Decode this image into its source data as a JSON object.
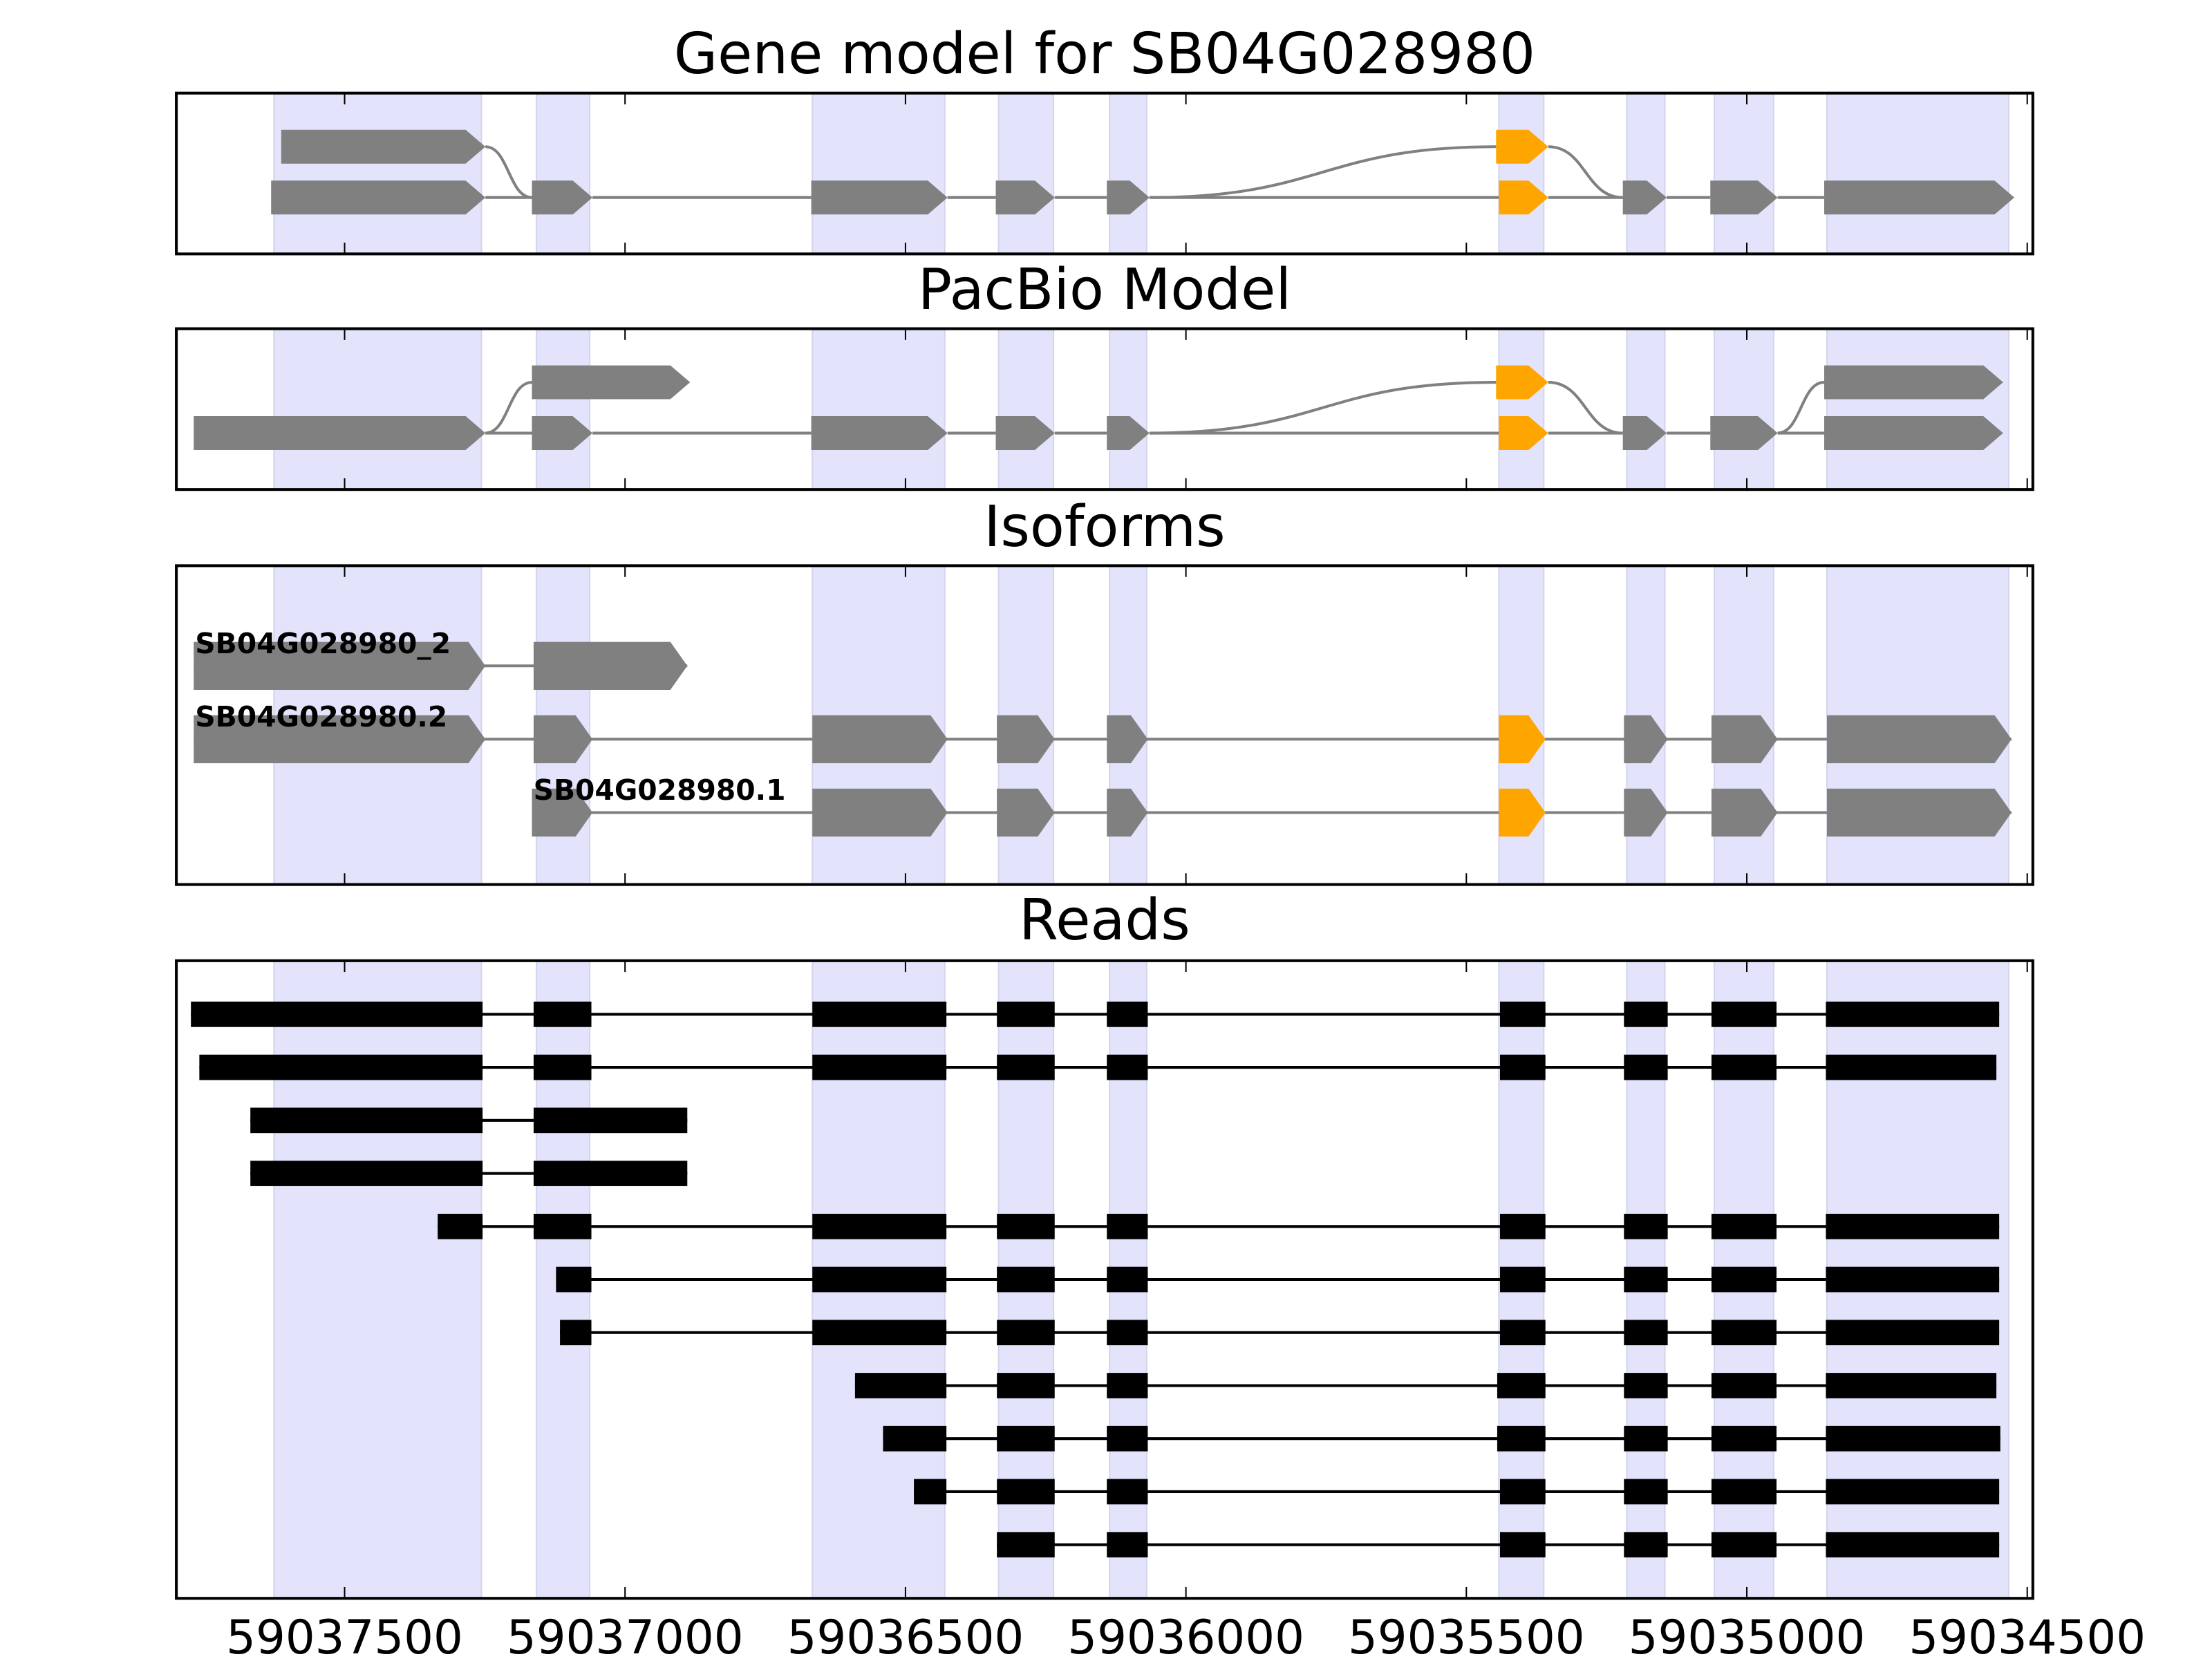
{
  "chart_data": {
    "type": "gene-structure",
    "xlim": [
      59037800,
      59034490
    ],
    "x_ticks": [
      59037500,
      59037000,
      59036500,
      59036000,
      59035500,
      59035000,
      59034500
    ],
    "x_tick_labels": [
      "59037500",
      "59037000",
      "59036500",
      "59036000",
      "59035500",
      "59035000",
      "59034500"
    ],
    "colors": {
      "exon": "#808080",
      "highlight": "#FFA500",
      "shade": "#E3E3FB",
      "read": "#000000",
      "edge": "#808080"
    },
    "shaded_regions": [
      [
        59037626,
        59037256
      ],
      [
        59037158,
        59037063
      ],
      [
        59036666,
        59036430
      ],
      [
        59036334,
        59036236
      ],
      [
        59036136,
        59036070
      ],
      [
        59035442,
        59035362
      ],
      [
        59035214,
        59035146
      ],
      [
        59035058,
        59034952
      ],
      [
        59034857,
        59034533
      ]
    ],
    "panels": [
      {
        "title": "Gene model for SB04G028980",
        "kind": "graph",
        "nodes": [
          {
            "start": 59037613,
            "end": 59037249,
            "lane": "upper",
            "highlight": false
          },
          {
            "start": 59037631,
            "end": 59037249,
            "lane": "lower",
            "highlight": false
          },
          {
            "start": 59037166,
            "end": 59037058,
            "lane": "lower",
            "highlight": false
          },
          {
            "start": 59036668,
            "end": 59036425,
            "lane": "lower",
            "highlight": false
          },
          {
            "start": 59036339,
            "end": 59036234,
            "lane": "lower",
            "highlight": false
          },
          {
            "start": 59036141,
            "end": 59036065,
            "lane": "lower",
            "highlight": false
          },
          {
            "start": 59035447,
            "end": 59035354,
            "lane": "upper",
            "highlight": true
          },
          {
            "start": 59035442,
            "end": 59035354,
            "lane": "lower",
            "highlight": true
          },
          {
            "start": 59035221,
            "end": 59035143,
            "lane": "lower",
            "highlight": false
          },
          {
            "start": 59035065,
            "end": 59034945,
            "lane": "lower",
            "highlight": false
          },
          {
            "start": 59034862,
            "end": 59034523,
            "lane": "lower",
            "highlight": false
          }
        ],
        "edges": [
          [
            0,
            2
          ],
          [
            1,
            2
          ],
          [
            2,
            3
          ],
          [
            3,
            4
          ],
          [
            4,
            5
          ],
          [
            5,
            6
          ],
          [
            5,
            7
          ],
          [
            6,
            8
          ],
          [
            7,
            8
          ],
          [
            8,
            9
          ],
          [
            9,
            10
          ]
        ]
      },
      {
        "title": "PacBio Model",
        "kind": "graph",
        "nodes": [
          {
            "start": 59037769,
            "end": 59037249,
            "lane": "lower",
            "highlight": false
          },
          {
            "start": 59037166,
            "end": 59036884,
            "lane": "upper",
            "highlight": false
          },
          {
            "start": 59037166,
            "end": 59037058,
            "lane": "lower",
            "highlight": false
          },
          {
            "start": 59036668,
            "end": 59036425,
            "lane": "lower",
            "highlight": false
          },
          {
            "start": 59036339,
            "end": 59036234,
            "lane": "lower",
            "highlight": false
          },
          {
            "start": 59036141,
            "end": 59036065,
            "lane": "lower",
            "highlight": false
          },
          {
            "start": 59035447,
            "end": 59035354,
            "lane": "upper",
            "highlight": true
          },
          {
            "start": 59035442,
            "end": 59035354,
            "lane": "lower",
            "highlight": true
          },
          {
            "start": 59035221,
            "end": 59035143,
            "lane": "lower",
            "highlight": false
          },
          {
            "start": 59035065,
            "end": 59034945,
            "lane": "lower",
            "highlight": false
          },
          {
            "start": 59034862,
            "end": 59034543,
            "lane": "upper",
            "highlight": false
          },
          {
            "start": 59034862,
            "end": 59034543,
            "lane": "lower",
            "highlight": false
          }
        ],
        "edges": [
          [
            0,
            1
          ],
          [
            0,
            2
          ],
          [
            2,
            3
          ],
          [
            3,
            4
          ],
          [
            4,
            5
          ],
          [
            5,
            6
          ],
          [
            5,
            7
          ],
          [
            6,
            8
          ],
          [
            7,
            8
          ],
          [
            8,
            9
          ],
          [
            9,
            10
          ],
          [
            9,
            11
          ]
        ]
      },
      {
        "title": "Isoforms",
        "kind": "isoforms",
        "isoforms": [
          {
            "name": "SB04G028980_2",
            "exons": [
              [
                59037769,
                59037249,
                false
              ],
              [
                59037163,
                59036889,
                false
              ]
            ]
          },
          {
            "name": "SB04G028980.2",
            "exons": [
              [
                59037769,
                59037249,
                false
              ],
              [
                59037163,
                59037058,
                false
              ],
              [
                59036666,
                59036425,
                false
              ],
              [
                59036337,
                59036234,
                false
              ],
              [
                59036141,
                59036068,
                false
              ],
              [
                59035442,
                59035359,
                true
              ],
              [
                59035219,
                59035141,
                false
              ],
              [
                59035063,
                59034945,
                false
              ],
              [
                59034857,
                59034528,
                false
              ]
            ]
          },
          {
            "name": "SB04G028980.1",
            "exons": [
              [
                59037166,
                59037058,
                false
              ],
              [
                59036666,
                59036425,
                false
              ],
              [
                59036337,
                59036234,
                false
              ],
              [
                59036141,
                59036068,
                false
              ],
              [
                59035442,
                59035359,
                true
              ],
              [
                59035219,
                59035141,
                false
              ],
              [
                59035063,
                59034945,
                false
              ],
              [
                59034857,
                59034528,
                false
              ]
            ]
          }
        ]
      },
      {
        "title": "Reads",
        "kind": "reads",
        "reads": [
          [
            [
              59037774,
              59037254
            ],
            [
              59037163,
              59037060
            ],
            [
              59036666,
              59036427
            ],
            [
              59036337,
              59036234
            ],
            [
              59036141,
              59036068
            ],
            [
              59035440,
              59035359
            ],
            [
              59035219,
              59035141
            ],
            [
              59035063,
              59034947
            ],
            [
              59034859,
              59034550
            ]
          ],
          [
            [
              59037759,
              59037254
            ],
            [
              59037163,
              59037060
            ],
            [
              59036666,
              59036427
            ],
            [
              59036337,
              59036234
            ],
            [
              59036141,
              59036068
            ],
            [
              59035440,
              59035359
            ],
            [
              59035219,
              59035141
            ],
            [
              59035063,
              59034947
            ],
            [
              59034859,
              59034555
            ]
          ],
          [
            [
              59037668,
              59037254
            ],
            [
              59037163,
              59036889
            ]
          ],
          [
            [
              59037668,
              59037254
            ],
            [
              59037163,
              59036889
            ]
          ],
          [
            [
              59037334,
              59037254
            ],
            [
              59037163,
              59037060
            ],
            [
              59036666,
              59036427
            ],
            [
              59036337,
              59036234
            ],
            [
              59036141,
              59036068
            ],
            [
              59035440,
              59035359
            ],
            [
              59035219,
              59035141
            ],
            [
              59035063,
              59034947
            ],
            [
              59034859,
              59034550
            ]
          ],
          [
            [
              59037123,
              59037060
            ],
            [
              59036666,
              59036427
            ],
            [
              59036337,
              59036234
            ],
            [
              59036141,
              59036068
            ],
            [
              59035440,
              59035359
            ],
            [
              59035219,
              59035141
            ],
            [
              59035063,
              59034947
            ],
            [
              59034859,
              59034550
            ]
          ],
          [
            [
              59037116,
              59037060
            ],
            [
              59036666,
              59036427
            ],
            [
              59036337,
              59036234
            ],
            [
              59036141,
              59036068
            ],
            [
              59035440,
              59035359
            ],
            [
              59035219,
              59035141
            ],
            [
              59035063,
              59034947
            ],
            [
              59034859,
              59034550
            ]
          ],
          [
            [
              59036590,
              59036427
            ],
            [
              59036337,
              59036234
            ],
            [
              59036141,
              59036068
            ],
            [
              59035445,
              59035359
            ],
            [
              59035219,
              59035141
            ],
            [
              59035063,
              59034947
            ],
            [
              59034859,
              59034555
            ]
          ],
          [
            [
              59036540,
              59036427
            ],
            [
              59036337,
              59036234
            ],
            [
              59036141,
              59036068
            ],
            [
              59035445,
              59035359
            ],
            [
              59035219,
              59035141
            ],
            [
              59035063,
              59034947
            ],
            [
              59034859,
              59034548
            ]
          ],
          [
            [
              59036485,
              59036427
            ],
            [
              59036337,
              59036234
            ],
            [
              59036141,
              59036068
            ],
            [
              59035440,
              59035359
            ],
            [
              59035219,
              59035141
            ],
            [
              59035063,
              59034947
            ],
            [
              59034859,
              59034550
            ]
          ],
          [
            [
              59036337,
              59036234
            ],
            [
              59036141,
              59036068
            ],
            [
              59035440,
              59035359
            ],
            [
              59035219,
              59035141
            ],
            [
              59035063,
              59034947
            ],
            [
              59034859,
              59034550
            ]
          ]
        ]
      }
    ]
  }
}
